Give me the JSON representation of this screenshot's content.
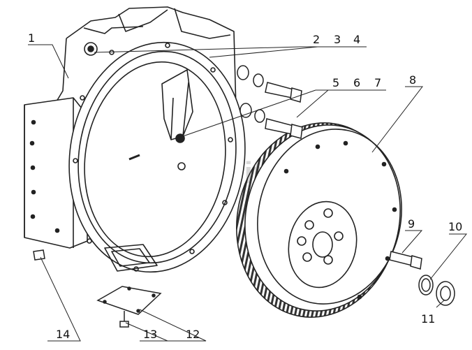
{
  "diagram": {
    "callouts": [
      {
        "id": "c1",
        "label": "1"
      },
      {
        "id": "c2",
        "label": "2"
      },
      {
        "id": "c3",
        "label": "3"
      },
      {
        "id": "c4",
        "label": "4"
      },
      {
        "id": "c5",
        "label": "5"
      },
      {
        "id": "c6",
        "label": "6"
      },
      {
        "id": "c7",
        "label": "7"
      },
      {
        "id": "c8",
        "label": "8"
      },
      {
        "id": "c9",
        "label": "9"
      },
      {
        "id": "c10",
        "label": "10"
      },
      {
        "id": "c11",
        "label": "11"
      },
      {
        "id": "c12",
        "label": "12"
      },
      {
        "id": "c13",
        "label": "13"
      },
      {
        "id": "c14",
        "label": "14"
      }
    ],
    "watermark": "autopiter.ru",
    "line_color": "#222222"
  }
}
